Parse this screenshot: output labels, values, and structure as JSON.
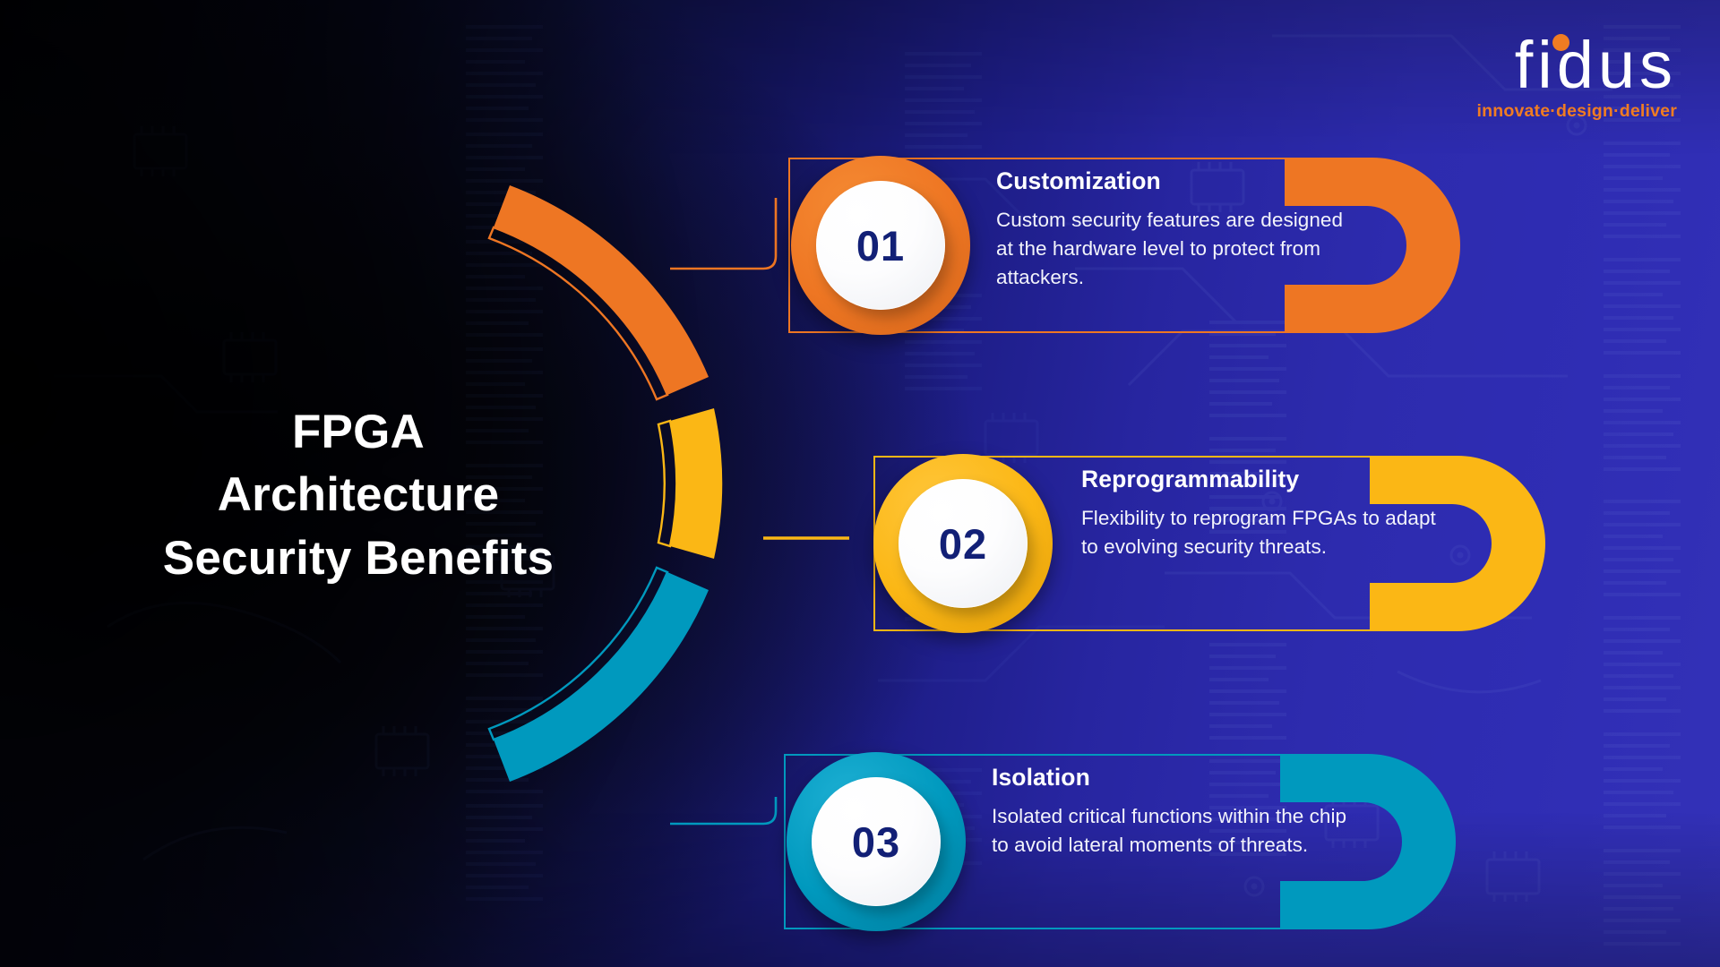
{
  "brand": {
    "logo_word": "fidus",
    "logo_tagline": "innovate·design·deliver",
    "logo_dot_icon": "orange-dot-icon"
  },
  "headline": "FPGA\nArchitecture\nSecurity Benefits",
  "headline_lines": [
    "FPGA",
    "Architecture",
    "Security Benefits"
  ],
  "colors": {
    "accent_1_orange": "#EE7623",
    "accent_2_yellow": "#FBB715",
    "accent_3_teal": "#0099BE",
    "background_dark": "#000004",
    "background_blue": "#3331B8",
    "number_navy": "#122076",
    "text_white": "#FFFFFF"
  },
  "cards": [
    {
      "number": "01",
      "title": "Customization",
      "desc": "Custom security features are designed at the hardware level to protect from attackers.",
      "accent": "#EE7623"
    },
    {
      "number": "02",
      "title": "Reprogrammability",
      "desc": "Flexibility to reprogram FPGAs to adapt to evolving security threats.",
      "accent": "#FBB715"
    },
    {
      "number": "03",
      "title": "Isolation",
      "desc": "Isolated critical functions within the chip to avoid lateral moments of threats.",
      "accent": "#0099BE"
    }
  ],
  "diagram": {
    "type": "radial-segmented-arc",
    "segments": 3,
    "segment_colors": [
      "#EE7623",
      "#FBB715",
      "#0099BE"
    ],
    "connector_style": [
      "rounded-corner-down",
      "straight",
      "rounded-corner-up"
    ]
  }
}
